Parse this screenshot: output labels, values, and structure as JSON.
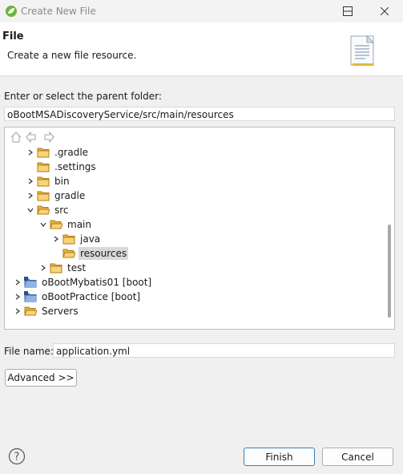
{
  "window": {
    "title": "Create New File",
    "icon": "spring-leaf-icon"
  },
  "header": {
    "title": "File",
    "description": "Create a new file resource.",
    "icon": "file-document-icon"
  },
  "parent": {
    "label": "Enter or select the parent folder:",
    "value": "oBootMSADiscoveryService/src/main/resources"
  },
  "tree": {
    "toolbar": [
      "home-icon",
      "back-icon",
      "forward-icon"
    ],
    "rows": [
      {
        "label": ".gradle",
        "twisty": "collapsed",
        "icon": "folder"
      },
      {
        "label": ".settings",
        "twisty": "none",
        "icon": "folder"
      },
      {
        "label": "bin",
        "twisty": "collapsed",
        "icon": "folder"
      },
      {
        "label": "gradle",
        "twisty": "collapsed",
        "icon": "folder"
      },
      {
        "label": "src",
        "twisty": "expanded",
        "icon": "folder-open"
      },
      {
        "label": "main",
        "twisty": "expanded",
        "icon": "folder-open"
      },
      {
        "label": "java",
        "twisty": "collapsed",
        "icon": "folder"
      },
      {
        "label": "resources",
        "twisty": "none",
        "icon": "folder-open",
        "selected": true
      },
      {
        "label": "test",
        "twisty": "collapsed",
        "icon": "folder"
      },
      {
        "label": "oBootMybatis01 [boot]",
        "twisty": "collapsed",
        "icon": "project"
      },
      {
        "label": "oBootPractice [boot]",
        "twisty": "collapsed",
        "icon": "project"
      },
      {
        "label": "Servers",
        "twisty": "collapsed",
        "icon": "folder-open"
      }
    ]
  },
  "filename": {
    "label": "File name:",
    "value": "application.yml"
  },
  "buttons": {
    "advanced": "Advanced >>",
    "finish": "Finish",
    "cancel": "Cancel"
  },
  "colors": {
    "accent": "#3c7fb1",
    "folder": "#e8b33b",
    "selection": "#d9d9d9"
  }
}
